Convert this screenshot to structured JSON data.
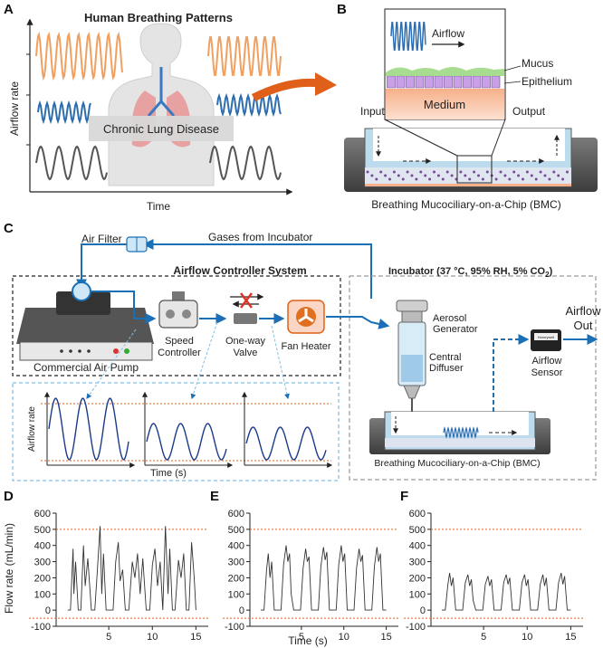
{
  "panels": {
    "a": {
      "letter": "A",
      "title": "Human Breathing Patterns",
      "ylabel": "Airflow rate",
      "xlabel": "Time",
      "disease_label": "Chronic Lung Disease"
    },
    "b": {
      "letter": "B",
      "airflow": "Airflow",
      "mucus": "Mucus",
      "epithelium": "Epithelium",
      "medium": "Medium",
      "input": "Input",
      "output": "Output",
      "caption": "Breathing Mucociliary-on-a-Chip (BMC)"
    },
    "c": {
      "letter": "C",
      "air_filter": "Air Filter",
      "gases": "Gases from Incubator",
      "controller_title": "Airflow Controller System",
      "incubator": "Incubator (37 °C, 95% RH, 5% CO",
      "incubator_sub": "2",
      "incubator_close": ")",
      "pump": "Commercial Air Pump",
      "speed_1": "Speed",
      "speed_2": "Controller",
      "valve_1": "One-way",
      "valve_2": "Valve",
      "heater": "Fan Heater",
      "aerosol_1": "Aerosol",
      "aerosol_2": "Generator",
      "diffuser_1": "Central",
      "diffuser_2": "Diffuser",
      "sensor_1": "Airflow",
      "sensor_2": "Sensor",
      "sensor_device": "Honeywell",
      "out_1": "Airflow",
      "out_2": "Out",
      "bmc": "Breathing Mucociliary-on-a-Chip (BMC)",
      "inset_ylabel": "Airflow rate",
      "inset_xlabel": "Time (s)"
    },
    "d": {
      "letter": "D"
    },
    "e": {
      "letter": "E"
    },
    "f": {
      "letter": "F"
    }
  },
  "axes": {
    "ylabel": "Flow rate (mL/min)",
    "xlabel": "Time (s)"
  },
  "colors": {
    "arrow_blue": "#1a6fb5",
    "orange_wave": "#f0a060",
    "blue_wave": "#2c6eb0",
    "grey_wave": "#555555",
    "reference_line": "#e0601a",
    "trace": "#333333"
  },
  "chart_data": [
    {
      "type": "line",
      "panel": "D",
      "ylim": [
        -100,
        600
      ],
      "xlim": [
        0,
        16
      ],
      "yticks": [
        -100,
        0,
        100,
        200,
        300,
        400,
        500,
        600
      ],
      "xticks": [
        5,
        10,
        15
      ],
      "reference_lines": [
        500,
        -50
      ],
      "x": [
        0.3,
        0.6,
        0.9,
        1.0,
        1.2,
        1.5,
        1.8,
        2.1,
        2.3,
        2.6,
        3.0,
        3.4,
        3.7,
        4.0,
        4.2,
        4.4,
        4.7,
        5.1,
        5.5,
        5.8,
        6.1,
        6.3,
        6.6,
        6.9,
        7.3,
        7.7,
        8.0,
        8.3,
        8.6,
        8.9,
        9.3,
        9.7,
        10.0,
        10.3,
        10.6,
        10.9,
        11.2,
        11.5,
        11.8,
        12.0,
        12.3,
        12.6,
        13.0,
        13.3,
        13.6,
        13.9,
        14.2,
        14.5,
        14.8,
        15.0
      ],
      "y": [
        0,
        0,
        380,
        100,
        300,
        0,
        0,
        400,
        150,
        320,
        0,
        0,
        250,
        520,
        100,
        350,
        0,
        0,
        0,
        300,
        420,
        180,
        250,
        0,
        0,
        300,
        200,
        350,
        100,
        320,
        0,
        0,
        280,
        380,
        150,
        300,
        0,
        520,
        100,
        380,
        0,
        0,
        310,
        200,
        350,
        0,
        0,
        420,
        200,
        0
      ]
    },
    {
      "type": "line",
      "panel": "E",
      "ylim": [
        -100,
        600
      ],
      "xlim": [
        0,
        16
      ],
      "yticks": [
        -100,
        0,
        100,
        200,
        300,
        400,
        500,
        600
      ],
      "xticks": [
        5,
        10,
        15
      ],
      "reference_lines": [
        500,
        -50
      ],
      "x": [
        0.2,
        0.6,
        0.9,
        1.1,
        1.3,
        1.5,
        1.8,
        2.2,
        2.6,
        2.9,
        3.2,
        3.4,
        3.6,
        3.8,
        4.1,
        4.5,
        4.9,
        5.2,
        5.5,
        5.7,
        5.9,
        6.2,
        6.6,
        7.0,
        7.3,
        7.6,
        7.8,
        8.0,
        8.3,
        8.7,
        9.1,
        9.4,
        9.7,
        9.9,
        10.1,
        10.4,
        10.8,
        11.2,
        11.5,
        11.8,
        12.0,
        12.2,
        12.5,
        12.9,
        13.3,
        13.6,
        13.9,
        14.1,
        14.3,
        14.6,
        15.0
      ],
      "y": [
        0,
        0,
        250,
        350,
        200,
        300,
        0,
        0,
        0,
        280,
        400,
        300,
        350,
        100,
        0,
        0,
        0,
        260,
        380,
        300,
        330,
        0,
        0,
        0,
        270,
        390,
        310,
        360,
        0,
        0,
        0,
        280,
        400,
        300,
        350,
        0,
        0,
        0,
        260,
        380,
        300,
        340,
        0,
        0,
        0,
        270,
        390,
        300,
        350,
        0,
        0
      ]
    },
    {
      "type": "line",
      "panel": "F",
      "ylim": [
        -100,
        600
      ],
      "xlim": [
        0,
        16
      ],
      "yticks": [
        -100,
        0,
        100,
        200,
        300,
        400,
        500,
        600
      ],
      "xticks": [
        5,
        10,
        15
      ],
      "reference_lines": [
        500,
        -50
      ],
      "x": [
        0.2,
        0.6,
        0.9,
        1.1,
        1.3,
        1.5,
        1.8,
        2.2,
        2.6,
        2.9,
        3.2,
        3.4,
        3.6,
        3.8,
        4.1,
        4.5,
        4.9,
        5.2,
        5.5,
        5.7,
        5.9,
        6.2,
        6.6,
        7.0,
        7.3,
        7.6,
        7.8,
        8.0,
        8.3,
        8.7,
        9.1,
        9.4,
        9.7,
        9.9,
        10.1,
        10.4,
        10.8,
        11.2,
        11.5,
        11.8,
        12.0,
        12.2,
        12.5,
        12.9,
        13.3,
        13.6,
        13.9,
        14.1,
        14.3,
        14.6,
        15.0
      ],
      "y": [
        0,
        0,
        160,
        230,
        150,
        200,
        0,
        0,
        0,
        170,
        220,
        150,
        190,
        60,
        0,
        0,
        0,
        160,
        210,
        150,
        190,
        0,
        0,
        0,
        170,
        220,
        160,
        200,
        0,
        0,
        0,
        170,
        220,
        150,
        190,
        0,
        0,
        0,
        160,
        220,
        150,
        200,
        0,
        0,
        0,
        170,
        230,
        160,
        210,
        0,
        0
      ]
    }
  ]
}
